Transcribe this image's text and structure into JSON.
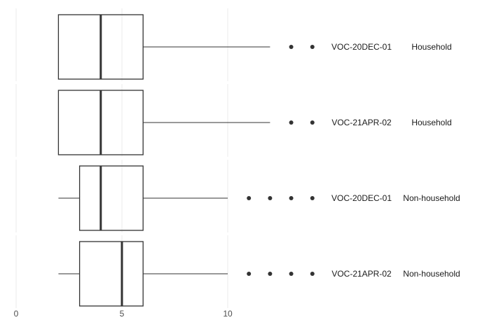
{
  "chart_data": {
    "type": "boxplot",
    "orientation": "horizontal",
    "title": "",
    "xlabel": "",
    "ylabel": "",
    "xlim": [
      0,
      14
    ],
    "x_ticks": [
      0,
      5,
      10
    ],
    "grid": true,
    "colors": {
      "background": "#ffffff",
      "grid": "#ebebeb",
      "box_stroke": "#333333",
      "outlier": "#333333",
      "tick_text": "#4d4d4d",
      "label_text": "#1a1a1a"
    },
    "series": [
      {
        "variant": "VOC-20DEC-01",
        "group": "Household",
        "min": 2,
        "q1": 2,
        "median": 4,
        "q3": 6,
        "max": 12,
        "outliers": [
          13,
          14
        ]
      },
      {
        "variant": "VOC-21APR-02",
        "group": "Household",
        "min": 2,
        "q1": 2,
        "median": 4,
        "q3": 6,
        "max": 12,
        "outliers": [
          13,
          14
        ]
      },
      {
        "variant": "VOC-20DEC-01",
        "group": "Non-household",
        "min": 2,
        "q1": 3,
        "median": 4,
        "q3": 6,
        "max": 10,
        "outliers": [
          11,
          12,
          13,
          14
        ]
      },
      {
        "variant": "VOC-21APR-02",
        "group": "Non-household",
        "min": 2,
        "q1": 3,
        "median": 5,
        "q3": 6,
        "max": 10,
        "outliers": [
          11,
          12,
          13,
          14
        ]
      }
    ]
  }
}
